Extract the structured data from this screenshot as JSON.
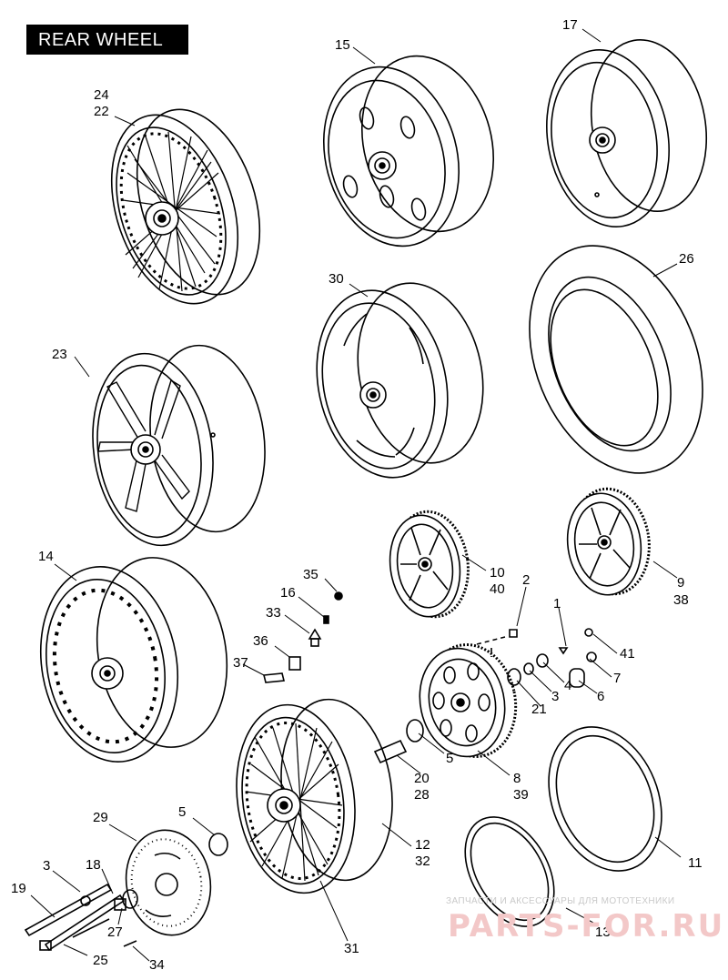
{
  "title": "REAR WHEEL",
  "callouts": [
    "24",
    "22",
    "15",
    "17",
    "26",
    "30",
    "23",
    "10",
    "40",
    "9",
    "38",
    "14",
    "35",
    "16",
    "2",
    "1",
    "33",
    "36",
    "41",
    "37",
    "7",
    "4",
    "3",
    "6",
    "21",
    "5",
    "8",
    "39",
    "20",
    "28",
    "29",
    "5",
    "12",
    "32",
    "11",
    "3",
    "18",
    "19",
    "27",
    "13",
    "25",
    "34",
    "31"
  ],
  "watermark": {
    "tagline": "ЗАПЧАСТИ И АКСЕССУАРЫ ДЛЯ МОТОТЕХНИКИ",
    "brand": "PARTS-FOR.RU"
  }
}
